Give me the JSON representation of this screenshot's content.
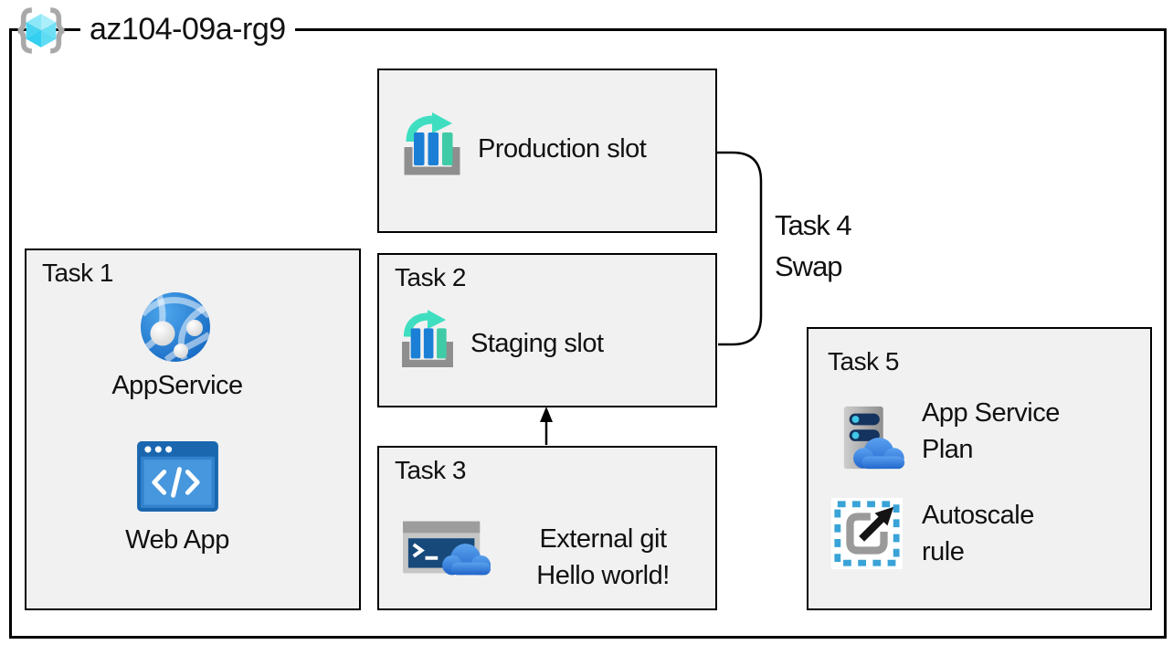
{
  "header": {
    "title": "az104-09a-rg9"
  },
  "boxes": {
    "production": {
      "label": "Production slot"
    },
    "task1": {
      "title": "Task 1",
      "app_service_label": "AppService",
      "web_app_label": "Web App"
    },
    "task2": {
      "title": "Task 2",
      "label": "Staging slot"
    },
    "task3": {
      "title": "Task 3",
      "text_line1": "External git",
      "text_line2": "Hello world!"
    },
    "task4": {
      "title": "Task 4",
      "label": "Swap"
    },
    "task5": {
      "title": "Task 5",
      "app_service_plan_line1": "App Service",
      "app_service_plan_line2": "Plan",
      "autoscale_line1": "Autoscale",
      "autoscale_line2": "rule"
    }
  },
  "icons": [
    "resource-group-icon",
    "deployment-slot-icon",
    "app-service-icon",
    "web-app-icon",
    "cloud-shell-icon",
    "app-service-plan-icon",
    "autoscale-icon"
  ],
  "colors": {
    "box_fill": "#f1f1f1",
    "box_border": "#000000",
    "slot_bar_blue": "#1b7fd6",
    "slot_bar_teal": "#3fcba6",
    "slot_arrow_teal": "#3fdec1",
    "tray_gray": "#8e8e8e",
    "globe_blue": "#1f7ad2",
    "webapp_dark_blue": "#1a67b0",
    "webapp_blue": "#4697dd",
    "terminal_navy": "#17497b",
    "cloud_blue": "#2f7fd8",
    "server_slat_navy": "#14335e",
    "autoscale_dash_blue": "#39a3d7",
    "rg_cube_cyan": "#4fd9f2",
    "rg_brace_gray": "#a9a9a9"
  }
}
